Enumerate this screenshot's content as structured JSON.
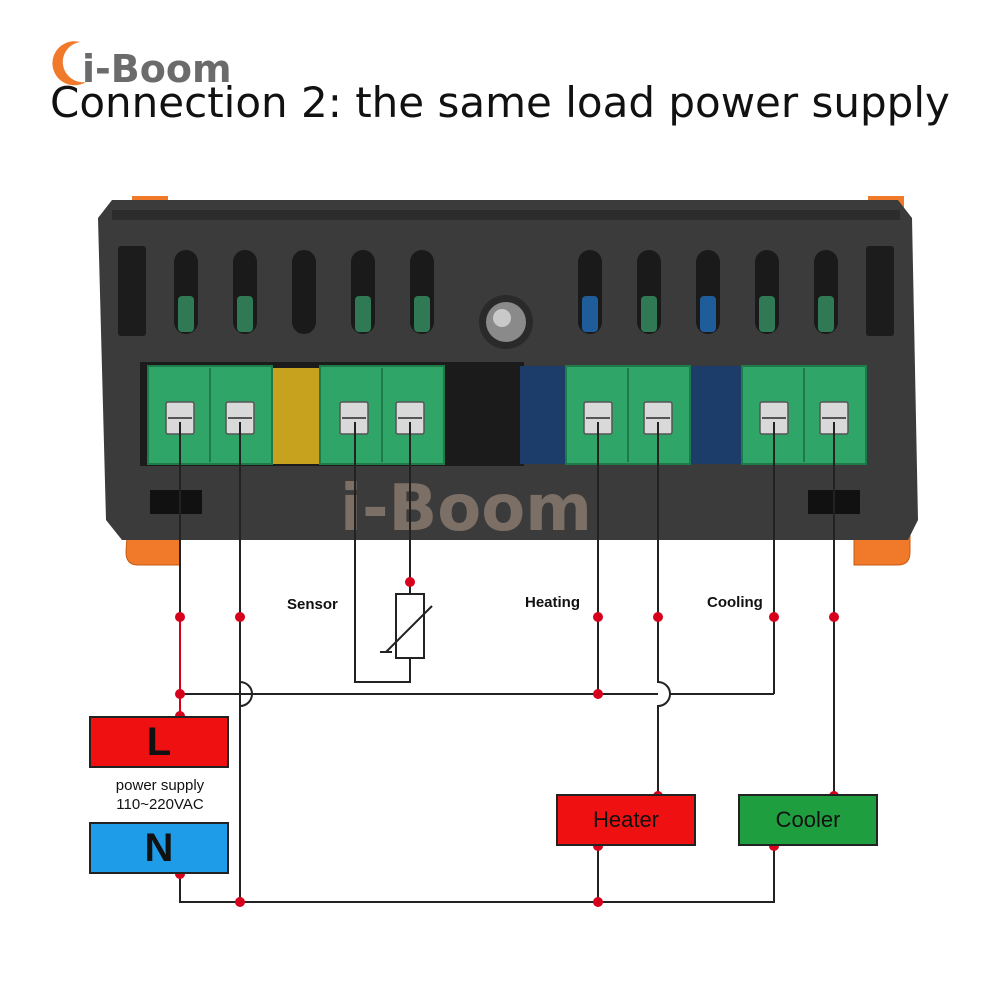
{
  "brand": {
    "name": "i-Boom",
    "watermark": "i-Boom"
  },
  "title": "Connection 2: the same load power supply",
  "labels": {
    "sensor": "Sensor",
    "heating": "Heating",
    "cooling": "Cooling"
  },
  "boxes": {
    "line": "L",
    "neutral": "N",
    "power_supply": "power supply",
    "voltage": "110~220VAC",
    "heater": "Heater",
    "cooler": "Cooler"
  },
  "colors": {
    "line_red": "#ef1111",
    "neutral_blue": "#1e9ce8",
    "heater_red": "#ef1111",
    "cooler_green": "#1f9e3f",
    "terminal_green": "#2fa567",
    "housing": "#3b3b3b",
    "clip_orange": "#f07a2a",
    "node_red": "#d6001c",
    "live_wire": "#d6001c"
  },
  "icons": {
    "logo": "moon-logo-icon",
    "sensor": "thermistor-icon",
    "mounting_screw": "screw-icon"
  }
}
